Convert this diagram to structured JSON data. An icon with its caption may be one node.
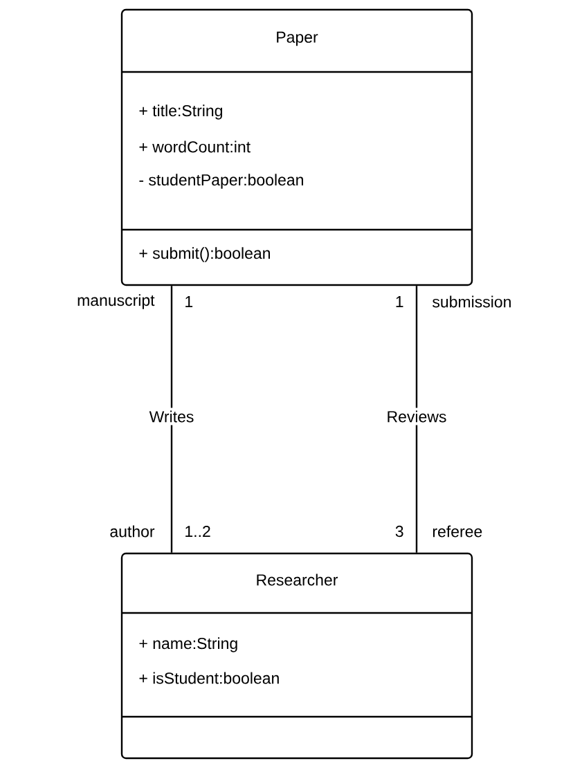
{
  "diagram": {
    "nodes": [
      {
        "text": [
          "Paper",
          "+ title:String",
          "+ wordCount:int",
          "- studentPaper:boolean",
          "+ submit():boolean"
        ]
      },
      {
        "text": [
          "Researcher",
          "+ name:String",
          "+ isStudent:boolean"
        ]
      }
    ],
    "edges": [
      {
        "from": 0,
        "to": 1,
        "arrow": "none",
        "label": "Writes"
      },
      {
        "from": 0,
        "to": 1,
        "arrow": "none",
        "label": "Reviews"
      }
    ],
    "labels": [
      "manuscript",
      "1",
      "1",
      "submission",
      "author",
      "1..2",
      "3",
      "referee"
    ]
  }
}
